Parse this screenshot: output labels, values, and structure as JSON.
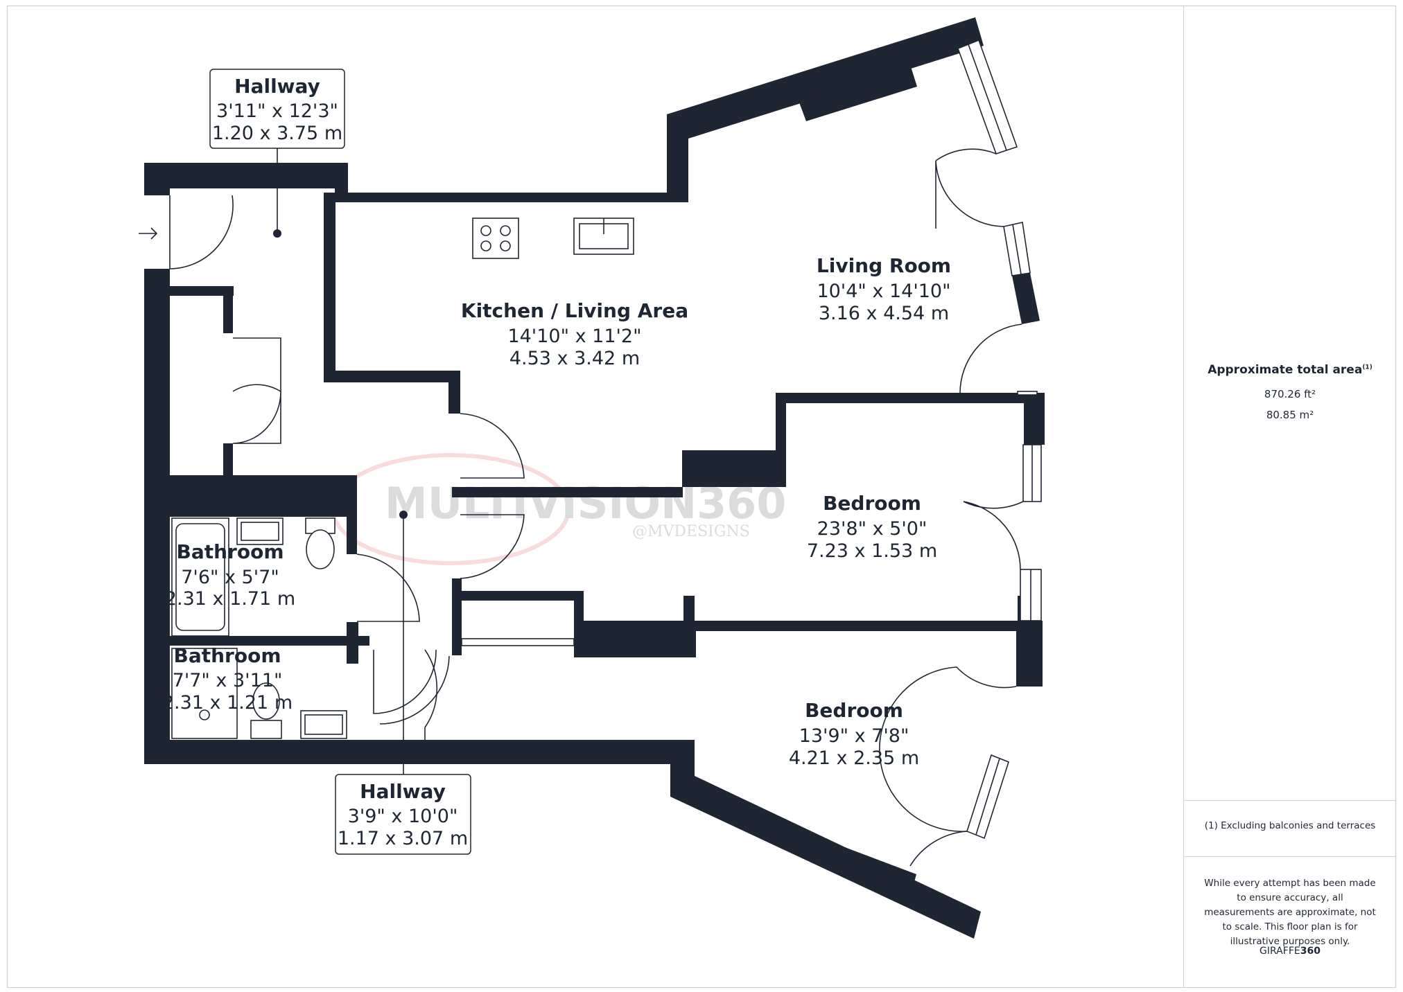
{
  "rooms": {
    "hallway_top": {
      "name": "Hallway",
      "imperial": "3'11\" x 12'3\"",
      "metric": "1.20 x 3.75 m"
    },
    "kitchen": {
      "name": "Kitchen / Living Area",
      "imperial": "14'10\" x 11'2\"",
      "metric": "4.53 x 3.42 m"
    },
    "living": {
      "name": "Living Room",
      "imperial": "10'4\" x 14'10\"",
      "metric": "3.16 x 4.54 m"
    },
    "bedroom_1": {
      "name": "Bedroom",
      "imperial": "23'8\" x 5'0\"",
      "metric": "7.23 x 1.53 m"
    },
    "bathroom_1": {
      "name": "Bathroom",
      "imperial": "7'6\" x 5'7\"",
      "metric": "2.31 x 1.71 m"
    },
    "bathroom_2": {
      "name": "Bathroom",
      "imperial": "7'7\" x 3'11\"",
      "metric": "2.31 x 1.21 m"
    },
    "bedroom_2": {
      "name": "Bedroom",
      "imperial": "13'9\" x 7'8\"",
      "metric": "4.21 x 2.35 m"
    },
    "hallway_bottom": {
      "name": "Hallway",
      "imperial": "3'9\" x 10'0\"",
      "metric": "1.17 x 3.07 m"
    }
  },
  "sidebar": {
    "area_title": "Approximate total area",
    "area_note_marker": "(1)",
    "area_ft": "870.26 ft²",
    "area_m": "80.85 m²",
    "footnote": "(1) Excluding balconies and terraces",
    "disclaimer": "While every attempt has been made to ensure accuracy, all measurements are approximate, not to scale. This floor plan is for illustrative purposes only.",
    "brand_prefix": "GIRAFFE",
    "brand_suffix": "360"
  },
  "watermark": {
    "text": "MULTIVISION360",
    "handle": "@MVDESIGNS"
  },
  "colors": {
    "wall": "#1f2633",
    "watermark_red": "#d7262b"
  },
  "icons": [
    "entrance-arrow-icon",
    "hob-icon",
    "sink-icon",
    "toilet-icon",
    "bathtub-icon",
    "shower-icon",
    "basin-icon"
  ]
}
